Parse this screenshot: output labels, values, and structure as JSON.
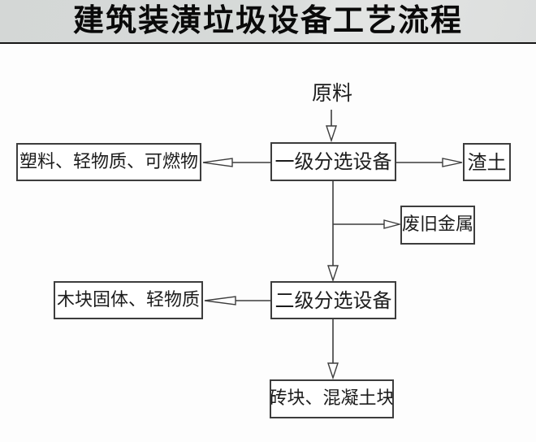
{
  "title": "建筑装潢垃圾设备工艺流程",
  "flowchart": {
    "source_label": "原料",
    "nodes": {
      "primary": {
        "label": "一级分选设备"
      },
      "plastic": {
        "label": "塑料、轻物质、可燃物"
      },
      "slag": {
        "label": "渣土"
      },
      "metal": {
        "label": "废旧金属"
      },
      "secondary": {
        "label": "二级分选设备"
      },
      "wood": {
        "label": "木块固体、轻物质"
      },
      "brick": {
        "label": "砖块、混凝土块"
      }
    },
    "edges": [
      {
        "from": "原料",
        "to": "一级分选设备"
      },
      {
        "from": "一级分选设备",
        "to": "塑料、轻物质、可燃物"
      },
      {
        "from": "一级分选设备",
        "to": "渣土"
      },
      {
        "from": "一级分选设备",
        "to": "废旧金属"
      },
      {
        "from": "一级分选设备",
        "to": "二级分选设备"
      },
      {
        "from": "二级分选设备",
        "to": "木块固体、轻物质"
      },
      {
        "from": "二级分选设备",
        "to": "砖块、混凝土块"
      }
    ]
  },
  "colors": {
    "header_bg": "#d7dad9",
    "header_rule": "#161616",
    "canvas_bg": "#fdfdfd",
    "box_border": "#3d3d3d",
    "box_fill": "#ffffff",
    "text": "#1c1c1c"
  }
}
